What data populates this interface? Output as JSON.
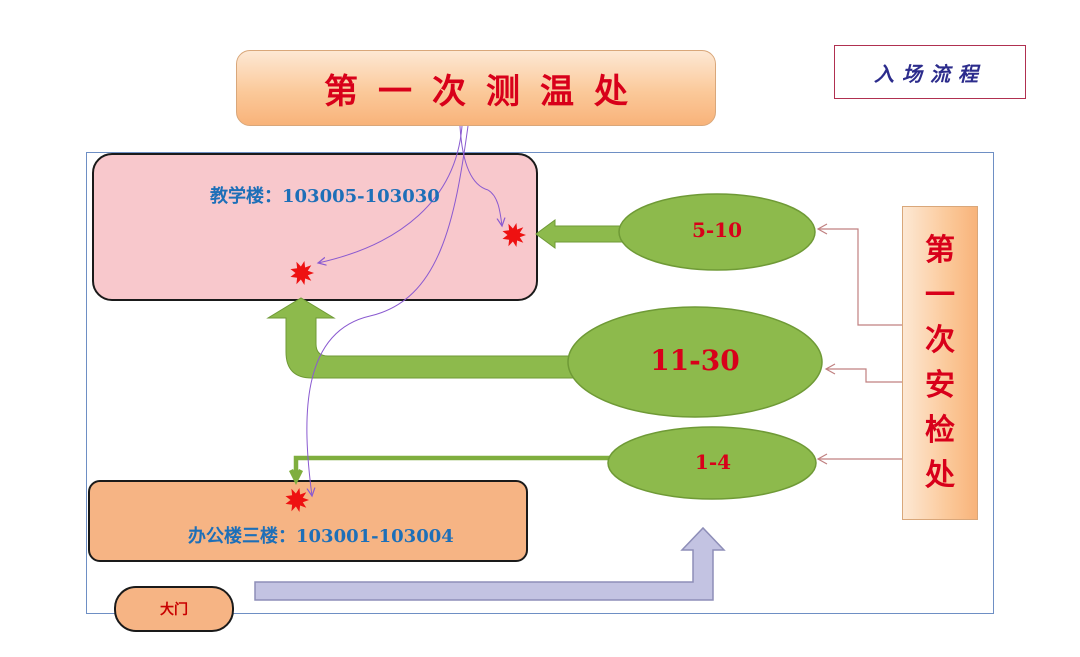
{
  "title": "第一次测温处",
  "flow_label": "入场流程",
  "teaching_building": {
    "label": "教学楼：103005-103030"
  },
  "office_building": {
    "label": "办公楼三楼：103001-103004"
  },
  "gate": {
    "label": "大门"
  },
  "security_check": {
    "label": "第一次安检处",
    "chars": [
      "第",
      "一",
      "次",
      "安",
      "检",
      "处"
    ]
  },
  "groups": [
    {
      "label": "5-10"
    },
    {
      "label": "11-30"
    },
    {
      "label": "1-4"
    }
  ],
  "colors": {
    "title_text": "#d8001a",
    "label_blue": "#1d6fb8",
    "oval_green": "#8dba4c",
    "arrow_green": "#8dba4c",
    "arrow_lavender": "#c3c3e2",
    "thin_line_purple": "#8a5ad0",
    "thin_line_red": "#c08080",
    "teaching_fill": "#f8c8cc",
    "office_fill": "#f6b484",
    "star_red": "#ee1111"
  }
}
